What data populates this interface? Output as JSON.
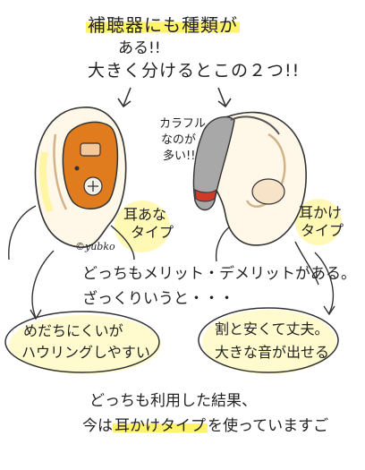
{
  "heading": {
    "line1": "補聴器にも種類が",
    "line2": "ある!!",
    "line3": "大きく分けるとこの２つ!!"
  },
  "left_ear": {
    "label_line1": "耳あな",
    "label_line2": "タイプ",
    "signature": "©yubko"
  },
  "right_ear": {
    "annotation_line1": "カラフル",
    "annotation_line2": "なのが",
    "annotation_line3": "多い!!",
    "label_line1": "耳かけ",
    "label_line2": "タイプ"
  },
  "middle_text": {
    "line1": "どっちもメリット・デメリットがある。",
    "line2": "ざっくりいうと・・・"
  },
  "left_bubble": {
    "line1": "めだちにくいが",
    "line2": "ハウリングしやすい"
  },
  "right_bubble": {
    "line1": "割と安くて丈夫。",
    "line2": "大きな音が出せる"
  },
  "conclusion": {
    "line1": "どっちも利用した結果、",
    "line2_prefix": "今は",
    "line2_highlight": "耳かけタイプ",
    "line2_suffix": "を使っていますご"
  },
  "colors": {
    "highlight": "#fff36a",
    "ear_skin": "#fff7e6",
    "ear_aid_left": "#d9761a",
    "ear_aid_right": "#9a9a9a",
    "accent_red": "#d03a2a"
  }
}
